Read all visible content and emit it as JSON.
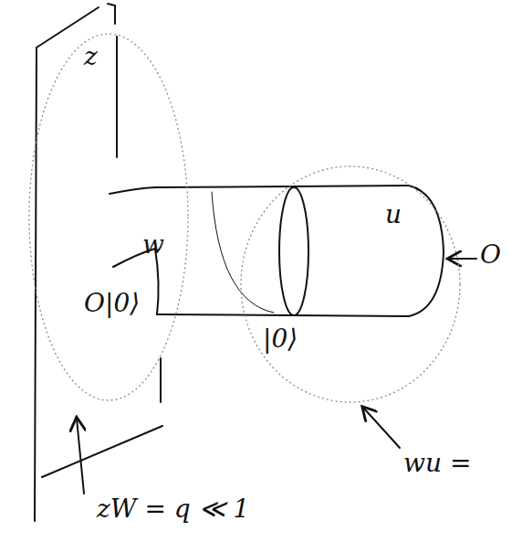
{
  "diagram": {
    "nodes": [
      {
        "text": [
          "z",
          "w",
          "O|0⟩"
        ]
      },
      {
        "text": [
          "|0⟩",
          "u"
        ]
      }
    ],
    "labels": [
      "O",
      "wu =",
      "zW = q ≪ 1"
    ]
  }
}
